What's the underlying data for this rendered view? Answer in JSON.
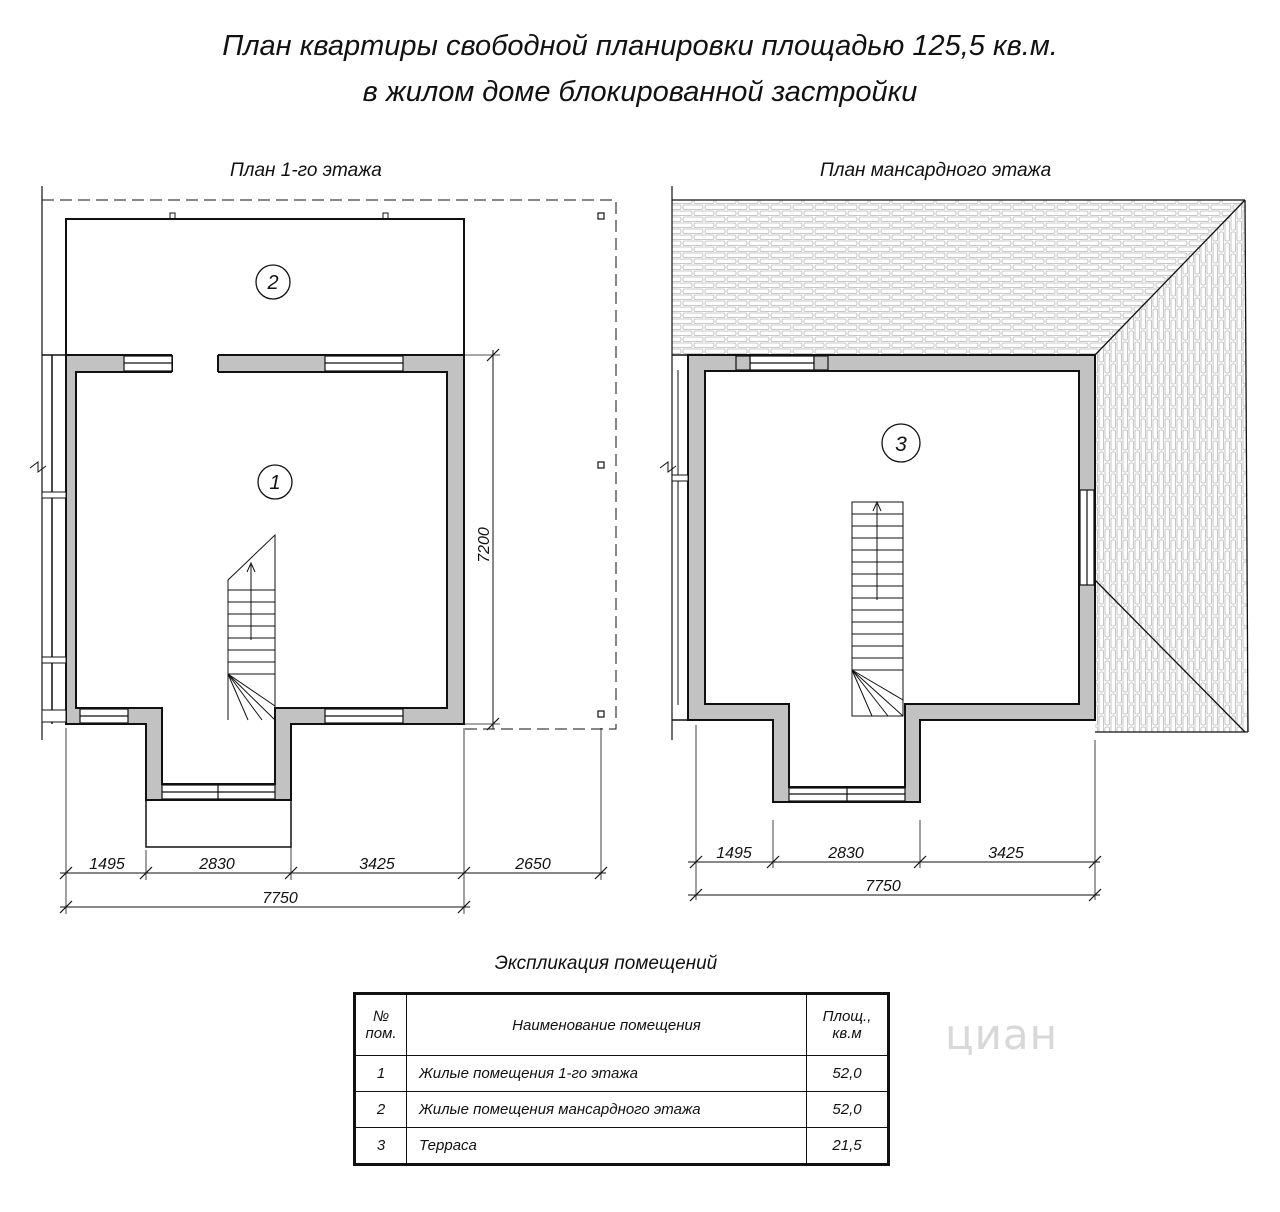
{
  "header": {
    "title_line1": "План квартиры свободной планировки площадью 125,5 кв.м.",
    "title_line2": "в жилом доме блокированной застройки"
  },
  "plans": {
    "first_floor_title": "План 1-го этажа",
    "attic_floor_title": "План мансардного этажа"
  },
  "room_markers": [
    "1",
    "2",
    "3"
  ],
  "dimensions": {
    "first_floor": {
      "height": "7200",
      "segments": [
        "1495",
        "2830",
        "3425",
        "2650"
      ],
      "total": "7750"
    },
    "attic_floor": {
      "segments": [
        "1495",
        "2830",
        "3425"
      ],
      "total": "7750"
    }
  },
  "explication": {
    "title": "Экспликация помещений",
    "headers": {
      "no": "№ пом.",
      "name": "Наименование помещения",
      "area": "Площ., кв.м"
    },
    "rows": [
      {
        "no": "1",
        "name": "Жилые помещения 1-го этажа",
        "area": "52,0"
      },
      {
        "no": "2",
        "name": "Жилые помещения мансардного этажа",
        "area": "52,0"
      },
      {
        "no": "3",
        "name": "Терраса",
        "area": "21,5"
      }
    ]
  },
  "watermark": "циан",
  "colors": {
    "wall_fill": "#c2c2c2",
    "line": "#111111",
    "roof_tile": "#b8b8b8"
  }
}
